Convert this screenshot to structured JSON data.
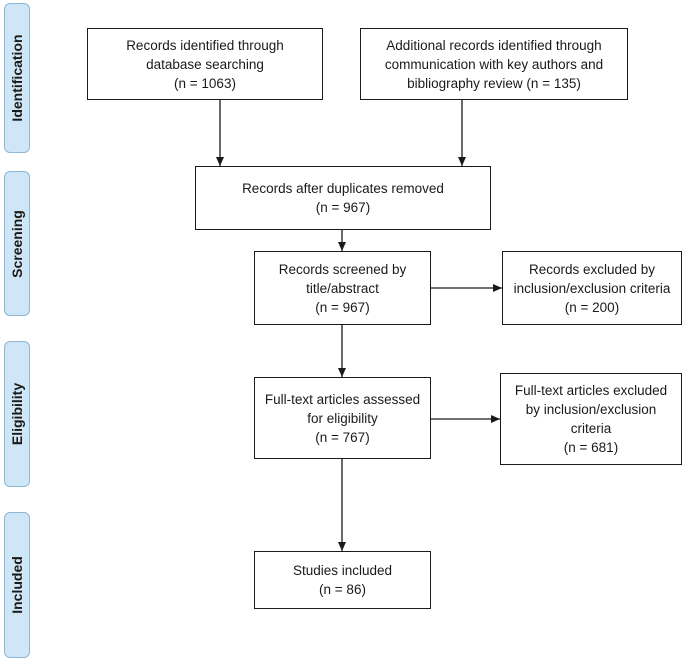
{
  "phases": {
    "identification": "Identification",
    "screening": "Screening",
    "eligibility": "Eligibility",
    "included": "Included"
  },
  "boxes": {
    "db_search": [
      "Records identified through",
      "database searching",
      "(n = 1063)"
    ],
    "additional": [
      "Additional records identified through",
      "communication with key authors and",
      "bibliography review (n = 135)"
    ],
    "after_duplicates": [
      "Records after duplicates removed",
      "(n = 967)"
    ],
    "screened": [
      "Records screened by",
      "title/abstract",
      "(n = 967)"
    ],
    "excluded_screen": [
      "Records excluded by",
      "inclusion/exclusion criteria",
      "(n = 200)"
    ],
    "fulltext": [
      "Full-text articles assessed",
      "for eligibility",
      "(n = 767)"
    ],
    "excluded_fulltext": [
      "Full-text articles excluded",
      "by inclusion/exclusion",
      "criteria",
      "(n = 681)"
    ],
    "included": [
      "Studies included",
      "(n = 86)"
    ]
  },
  "colors": {
    "phase_fill": "#cfe6f7",
    "phase_border": "#8fb7d6",
    "line": "#1a1a1a"
  }
}
